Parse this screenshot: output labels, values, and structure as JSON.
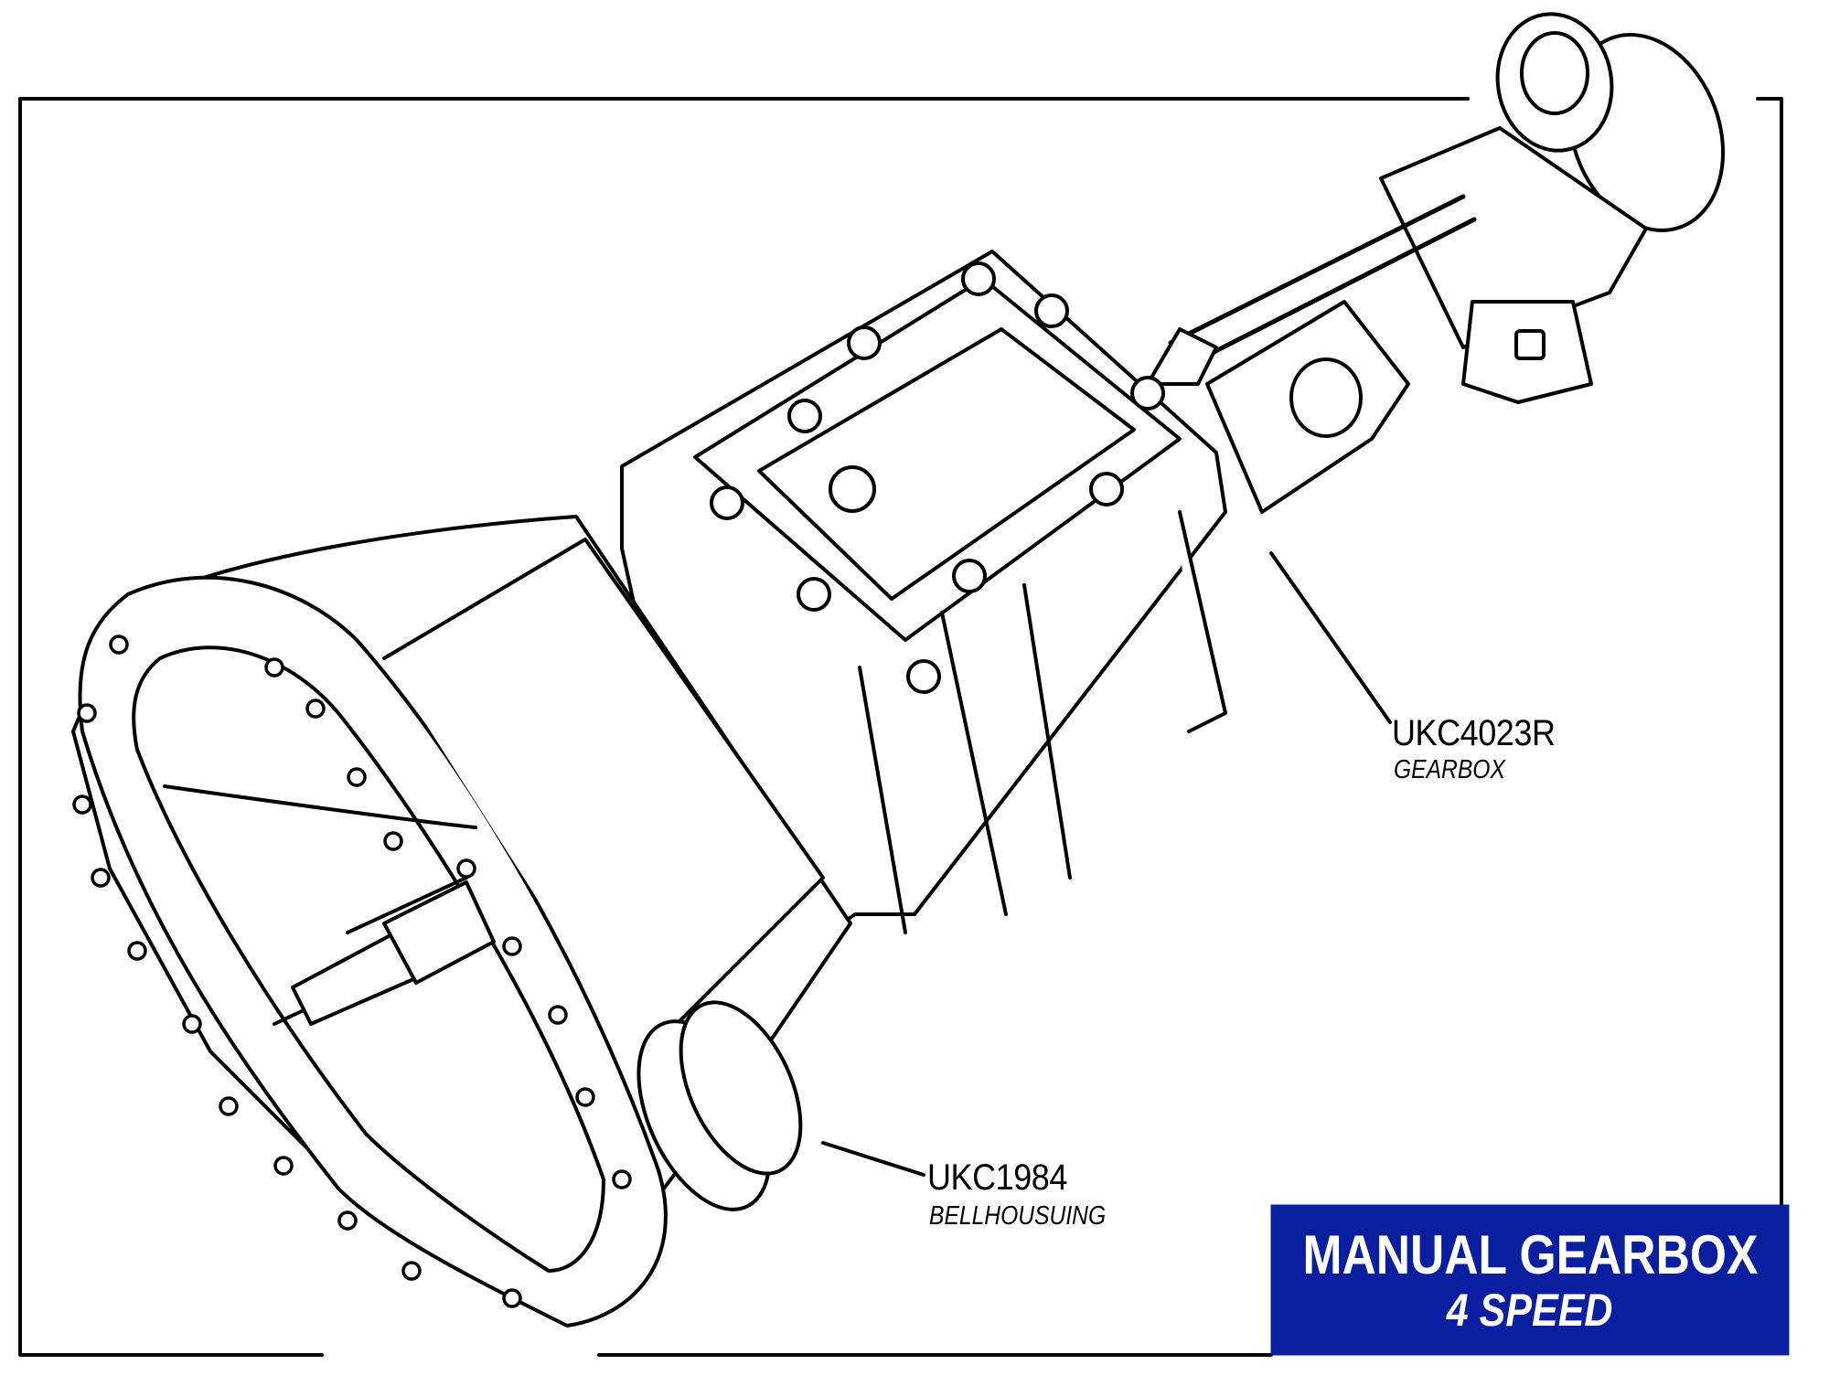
{
  "colors": {
    "title_box_bg": "#0a1ea0",
    "title_text": "#ffffff",
    "line": "#000000",
    "background": "#ffffff"
  },
  "parts": [
    {
      "code": "UKC4023R",
      "description": "GEARBOX"
    },
    {
      "code": "UKC1984",
      "description": "BELLHOUSUING"
    }
  ],
  "title": {
    "main": "MANUAL GEARBOX",
    "sub": "4 SPEED"
  }
}
